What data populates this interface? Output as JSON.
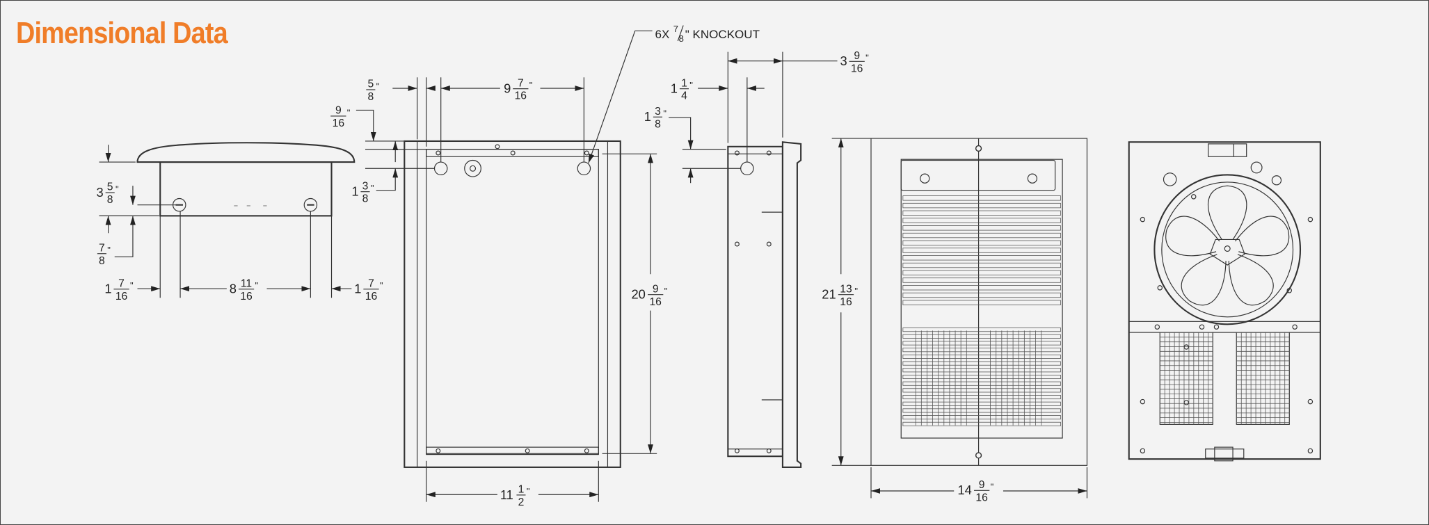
{
  "title": "Dimensional Data",
  "inch_mark": "\"",
  "knockout": {
    "count": "6X",
    "num": "7",
    "den": "8",
    "label": "\" KNOCKOUT"
  },
  "dims": {
    "side_knockout_height": {
      "whole": "3",
      "num": "5",
      "den": "8"
    },
    "side_knockout_from_bottom": {
      "whole": "",
      "num": "7",
      "den": "8"
    },
    "side_left_offset": {
      "whole": "1",
      "num": "7",
      "den": "16"
    },
    "side_knockout_spacing": {
      "whole": "8",
      "num": "11",
      "den": "16"
    },
    "side_right_offset": {
      "whole": "1",
      "num": "7",
      "den": "16"
    },
    "front_left_flange": {
      "whole": "",
      "num": "5",
      "den": "8"
    },
    "front_top_flange": {
      "whole": "",
      "num": "9",
      "den": "16"
    },
    "front_knockout_from_top": {
      "whole": "1",
      "num": "3",
      "den": "8"
    },
    "front_knockout_spacing": {
      "whole": "9",
      "num": "7",
      "den": "16"
    },
    "profile_knockout_offset": {
      "whole": "1",
      "num": "1",
      "den": "4"
    },
    "profile_knockout_from_top": {
      "whole": "1",
      "num": "3",
      "den": "8"
    },
    "profile_depth": {
      "whole": "3",
      "num": "9",
      "den": "16"
    },
    "box_height": {
      "whole": "20",
      "num": "9",
      "den": "16"
    },
    "grille_height": {
      "whole": "21",
      "num": "13",
      "den": "16"
    },
    "box_width": {
      "whole": "11",
      "num": "1",
      "den": "2"
    },
    "grille_width": {
      "whole": "14",
      "num": "9",
      "den": "16"
    }
  },
  "colors": {
    "title": "#f07d28",
    "line": "#333333",
    "background": "#f3f3f3"
  }
}
